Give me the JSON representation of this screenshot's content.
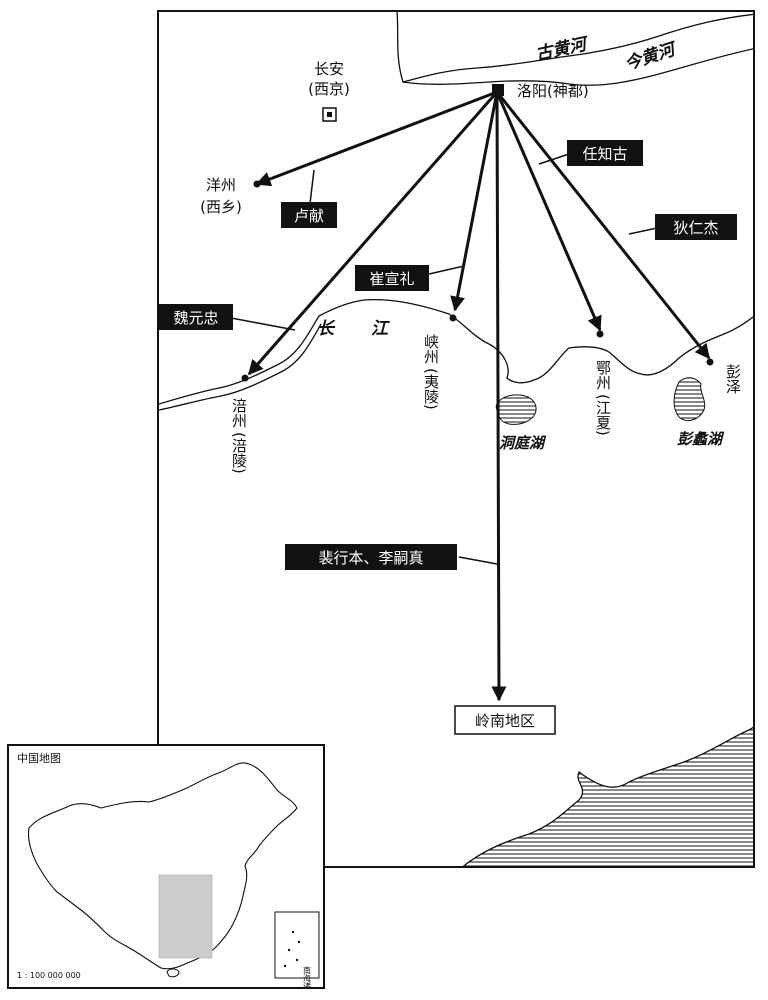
{
  "main_map": {
    "rivers": {
      "ancient_yellow": "古黄河",
      "modern_yellow": "今黄河",
      "yangtze_chang": "长",
      "yangtze_jiang": "江"
    },
    "cities": {
      "changan": {
        "name": "长安",
        "alt": "(西京)"
      },
      "luoyang": "洛阳(神都)",
      "yangzhou": {
        "name": "洋州",
        "alt": "(西乡)"
      },
      "fuzhou": {
        "name": "涪州",
        "alt": "(涪陵)"
      },
      "xiazhou": {
        "name": "峡州",
        "alt": "(夷陵)"
      },
      "ezhou": {
        "name": "鄂州",
        "alt": "(江夏)"
      },
      "pengze": "彭泽"
    },
    "lakes": {
      "dongting": "洞庭湖",
      "pengli": "彭蠡湖"
    },
    "people": {
      "lu_xian": "卢献",
      "ren_zhigu": "任知古",
      "di_renjie": "狄仁杰",
      "cui_xuanli": "崔宣礼",
      "wei_yuanzhong": "魏元忠",
      "pei_xingben": "裴行本、李嗣真"
    },
    "destination": "岭南地区"
  },
  "inset_map": {
    "title": "中国地图",
    "scale": "1 : 100 000 000",
    "south_sea_label": "南海诸岛",
    "highlight_color": "#cccccc"
  }
}
